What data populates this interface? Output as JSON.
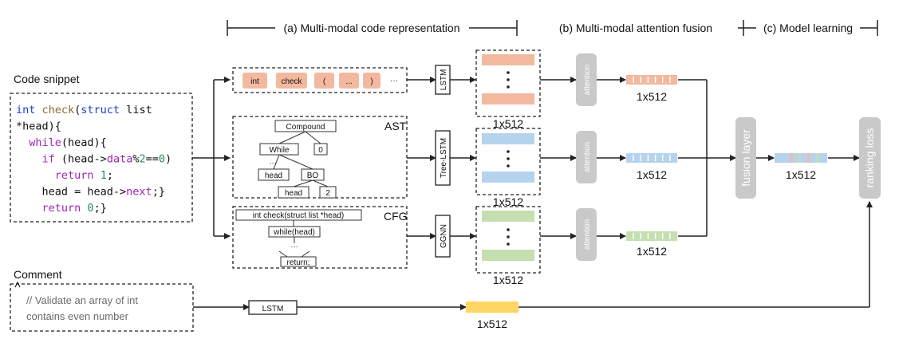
{
  "headers": {
    "a": "(a) Multi-modal code representation",
    "b": "(b) Multi-modal attention fusion",
    "c": "(c) Model learning"
  },
  "code_snippet": {
    "title": "Code snippet",
    "lines": [
      [
        {
          "t": "int ",
          "c": "#1f3bd1"
        },
        {
          "t": "check",
          "c": "#8b6a2b"
        },
        {
          "t": "(",
          "c": "#111111"
        },
        {
          "t": "struct ",
          "c": "#1f3bd1"
        },
        {
          "t": "list",
          "c": "#111111"
        }
      ],
      [
        {
          "t": "*head){",
          "c": "#111111"
        }
      ],
      [
        {
          "t": "  ",
          "c": "#111111"
        },
        {
          "t": "while",
          "c": "#9b27b0"
        },
        {
          "t": "(head){",
          "c": "#111111"
        }
      ],
      [
        {
          "t": "    ",
          "c": "#111111"
        },
        {
          "t": "if ",
          "c": "#9b27b0"
        },
        {
          "t": "(head->",
          "c": "#111111"
        },
        {
          "t": "data",
          "c": "#9b27b0"
        },
        {
          "t": "%",
          "c": "#111111"
        },
        {
          "t": "2",
          "c": "#2e8b57"
        },
        {
          "t": "==",
          "c": "#111111"
        },
        {
          "t": "0",
          "c": "#2e8b57"
        },
        {
          "t": ")",
          "c": "#111111"
        }
      ],
      [
        {
          "t": "      ",
          "c": "#111111"
        },
        {
          "t": "return ",
          "c": "#9b27b0"
        },
        {
          "t": "1",
          "c": "#2e8b57"
        },
        {
          "t": ";",
          "c": "#111111"
        }
      ],
      [
        {
          "t": "    head = head->",
          "c": "#111111"
        },
        {
          "t": "next",
          "c": "#9b27b0"
        },
        {
          "t": ";}",
          "c": "#111111"
        }
      ],
      [
        {
          "t": "    ",
          "c": "#111111"
        },
        {
          "t": "return ",
          "c": "#9b27b0"
        },
        {
          "t": "0",
          "c": "#2e8b57"
        },
        {
          "t": ";}",
          "c": "#111111"
        }
      ]
    ]
  },
  "tokens": [
    "int",
    "check",
    "(",
    "...",
    ")"
  ],
  "tokens_ellipsis": "···",
  "ast": {
    "label": "AST",
    "nodes": {
      "compound": "Compound",
      "while": "While",
      "zero": "0",
      "head1": "head",
      "bo": "BO",
      "head2": "head",
      "two": "2"
    },
    "dots": "···"
  },
  "cfg": {
    "label": "CFG",
    "nodes": {
      "entry": "int check(struct list *head)",
      "while": "while(head)",
      "ret": "return;"
    },
    "dots": "···"
  },
  "encoders": {
    "lstm": "LSTM",
    "tree_lstm": "Tree-LSTM",
    "ggnn": "GGNN",
    "comment_lstm": "LSTM"
  },
  "attention": "attention",
  "dim": "1x512",
  "fusion_layer": "fusion layer",
  "ranking_loss": "ranking loss",
  "comment": {
    "title": "Comment",
    "lines": [
      "// Validate an array of int",
      "contains even number"
    ]
  },
  "colors": {
    "token": "#f3b99f",
    "ast_vec": "#b6d3ee",
    "cfg_vec": "#c5dfb0",
    "comment_vec": "#ffd563",
    "gray_box": "#c9c9c9",
    "fused_vec": "#b6d3ee"
  }
}
